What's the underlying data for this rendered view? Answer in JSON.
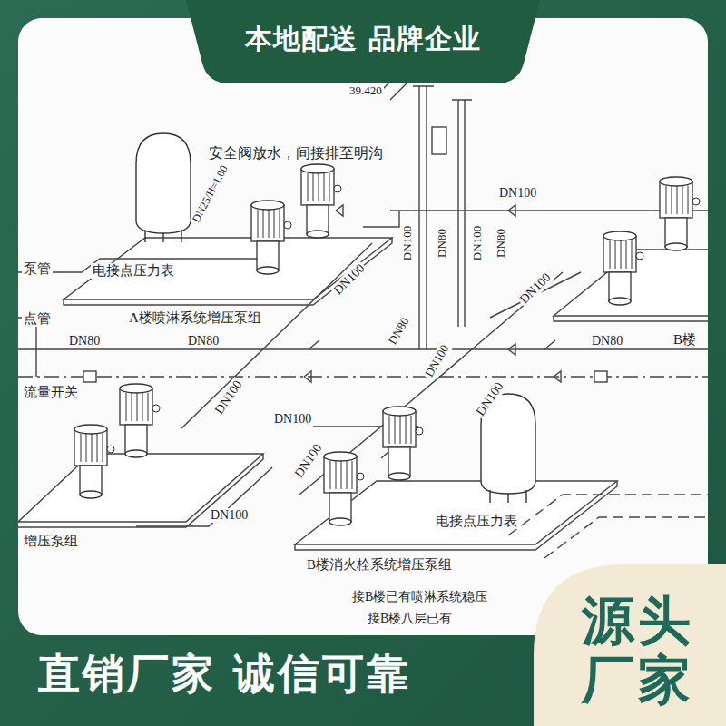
{
  "diagram": {
    "nodes": [
      {
        "text": [
          "本地配送 品牌企业"
        ]
      },
      {
        "text": [
          "源头 厂家"
        ]
      }
    ],
    "labels": [
      "39.420",
      "安全阀放水，间接排至明沟",
      "DN25/H=1.00",
      "DN100",
      "DN100",
      "DN80",
      "DN100",
      "DN80",
      "泵管",
      "电接点压力表",
      "DN100",
      "DN100",
      "A楼喷淋系统增压泵组",
      "点管",
      "DN80",
      "DN80",
      "DN80",
      "DN100",
      "DN80",
      "B楼",
      "流量开关",
      "DN100",
      "DN100",
      "DN100",
      "DN100",
      "DN100",
      "电接点压力表",
      "增压泵组",
      "B楼消火栓系统增压泵组",
      "接B楼已有喷淋系统稳压",
      "接B楼八层已有",
      "直销厂家 诚信可靠"
    ]
  }
}
